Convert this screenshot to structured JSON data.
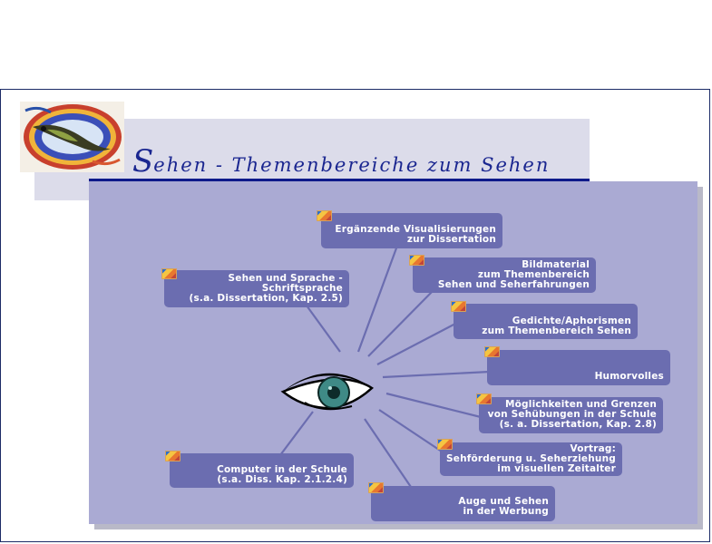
{
  "page": {
    "title_first": "S",
    "title_word": "ehen",
    "title_rest": " - Themenbereiche zum Sehen"
  },
  "logo": {
    "icon": "fish-eye-logo"
  },
  "colors": {
    "panel": "#aaaad3",
    "box": "#6b6db0",
    "title": "#1a2690",
    "header_band": "#dcdcea",
    "rule": "#0d1a8a"
  },
  "center": {
    "icon": "eye-icon"
  },
  "topics": [
    {
      "id": "visualisierungen",
      "icon": "topic-icon",
      "text": "Ergänzende Visualisierungen\nzur Dissertation"
    },
    {
      "id": "bildmaterial",
      "icon": "topic-icon",
      "text": "Bildmaterial\nzum Themenbereich\nSehen und Seherfahrungen"
    },
    {
      "id": "sprache",
      "icon": "topic-icon",
      "text": "Sehen und Sprache -\nSchriftsprache\n(s.a. Dissertation, Kap. 2.5)"
    },
    {
      "id": "gedichte",
      "icon": "topic-icon",
      "text": "Gedichte/Aphorismen\nzum Themenbereich Sehen"
    },
    {
      "id": "humor",
      "icon": "topic-icon",
      "text": "Humorvolles"
    },
    {
      "id": "sehuebungen",
      "icon": "topic-icon",
      "text": "Möglichkeiten und Grenzen\nvon Sehübungen in der Schule\n(s. a. Dissertation, Kap. 2.8)"
    },
    {
      "id": "vortrag",
      "icon": "topic-icon",
      "text": "Vortrag:\nSehförderung u. Seherziehung\nim visuellen Zeitalter"
    },
    {
      "id": "computer",
      "icon": "topic-icon",
      "text": "Computer in der Schule\n(s.a. Diss. Kap. 2.1.2.4)"
    },
    {
      "id": "werbung",
      "icon": "topic-icon",
      "text": "Auge und Sehen\nin der Werbung"
    }
  ]
}
